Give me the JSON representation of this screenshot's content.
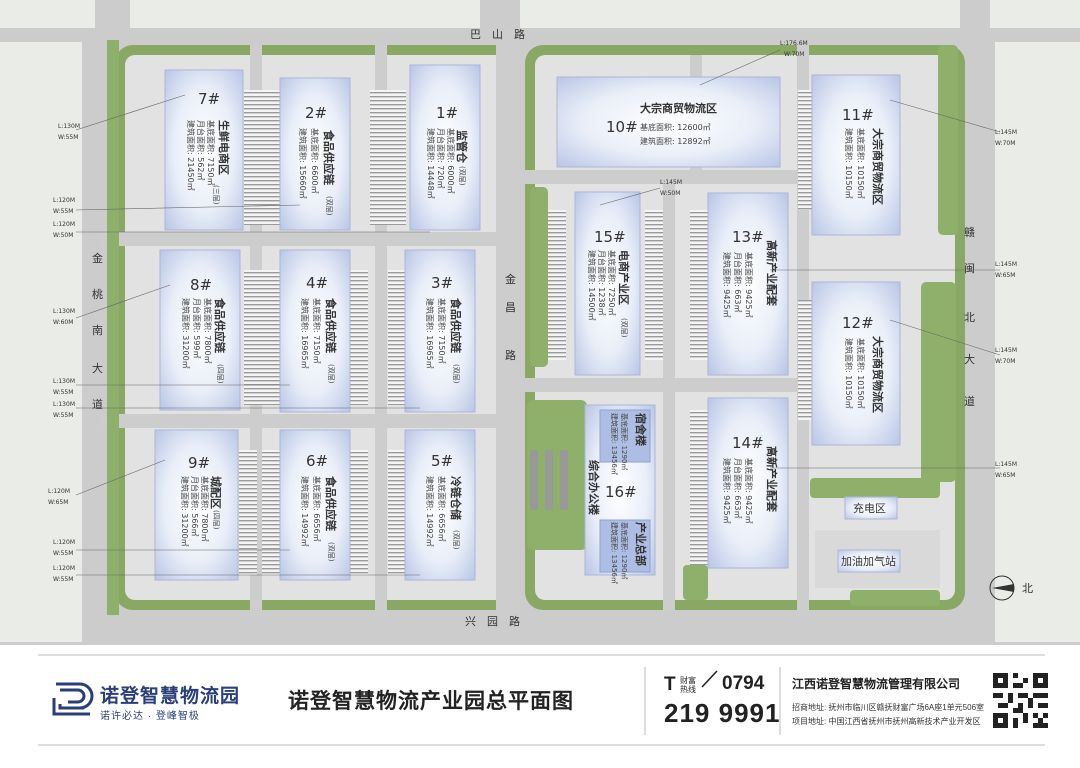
{
  "map": {
    "roads": {
      "north": "巴　山　路",
      "south": "兴　园　路",
      "inner": "金\n昌\n路",
      "west": "金\n桃\n南\n大\n道",
      "east": "赣\n闽\n北\n大\n道"
    },
    "compass": "北",
    "dimensions": {
      "d1": "L:130M",
      "d1b": "W:55M",
      "d2": "L:120M",
      "d2b": "W:55M",
      "d3": "L:120M",
      "d3b": "W:50M",
      "d4": "L:130M",
      "d4b": "W:60M",
      "d5": "L:130M",
      "d5b": "W:55M",
      "d6": "L:130M",
      "d6b": "W:55M",
      "d7": "L:120M",
      "d7b": "W:65M",
      "d8": "L:120M",
      "d8b": "W:55M",
      "d9": "L:120M",
      "d9b": "W:55M",
      "d10": "L:176.6M",
      "d10b": "W:70M",
      "d11": "L:145M",
      "d11b": "W:50M",
      "d12": "L:145M",
      "d12b": "W:70M",
      "d13": "L:145M",
      "d13b": "W:65M",
      "d14": "L:145M",
      "d14b": "W:70M",
      "d15": "L:145M",
      "d15b": "W:65M"
    },
    "buildings": [
      {
        "id": "b7",
        "num": "7#",
        "name": "生鲜电商区",
        "note": "(三层)",
        "s1": "基底面积: 7150㎡",
        "s2": "月台面积: 562㎡",
        "s3": "建筑面积: 21450㎡"
      },
      {
        "id": "b2",
        "num": "2#",
        "name": "食品供应链",
        "note": "(双层)",
        "s1": "基底面积: 6600㎡",
        "s2": "建筑面积: 15660㎡",
        "s3": ""
      },
      {
        "id": "b1",
        "num": "1#",
        "name": "监管仓",
        "note": "(双层)",
        "s1": "基底面积: 6000㎡",
        "s2": "月台面积: 720㎡",
        "s3": "建筑面积: 14448㎡"
      },
      {
        "id": "b8",
        "num": "8#",
        "name": "食品供应链",
        "note": "(四层)",
        "s1": "基底面积: 7800㎡",
        "s2": "月台面积: 599㎡",
        "s3": "建筑面积: 31200㎡"
      },
      {
        "id": "b4",
        "num": "4#",
        "name": "食品供应链",
        "note": "(双层)",
        "s1": "基底面积: 7150㎡",
        "s2": "建筑面积: 16965㎡",
        "s3": ""
      },
      {
        "id": "b3",
        "num": "3#",
        "name": "食品供应链",
        "note": "(双层)",
        "s1": "基底面积: 7150㎡",
        "s2": "建筑面积: 16965㎡",
        "s3": ""
      },
      {
        "id": "b9",
        "num": "9#",
        "name": "城配区",
        "note": "(四层)",
        "s1": "基底面积: 7800㎡",
        "s2": "月台面积: 566㎡",
        "s3": "建筑面积: 31200㎡"
      },
      {
        "id": "b6",
        "num": "6#",
        "name": "食品供应链",
        "note": "(双层)",
        "s1": "基底面积: 6656㎡",
        "s2": "建筑面积: 14992㎡",
        "s3": ""
      },
      {
        "id": "b5",
        "num": "5#",
        "name": "冷链仓储",
        "note": "(双层)",
        "s1": "基底面积: 6656㎡",
        "s2": "建筑面积: 14992㎡",
        "s3": ""
      },
      {
        "id": "b10",
        "num": "10#",
        "name": "大宗商贸物流区",
        "note": "",
        "s1": "基底面积: 12600㎡",
        "s2": "建筑面积: 12892㎡",
        "s3": ""
      },
      {
        "id": "b11",
        "num": "11#",
        "name": "大宗商贸物流区",
        "note": "",
        "s1": "基底面积: 10150㎡",
        "s2": "建筑面积: 10150㎡",
        "s3": ""
      },
      {
        "id": "b15",
        "num": "15#",
        "name": "电商产业区",
        "note": "(双层)",
        "s1": "基底面积: 7250㎡",
        "s2": "月台面积: 1238㎡",
        "s3": "建筑面积: 14500㎡"
      },
      {
        "id": "b13",
        "num": "13#",
        "name": "高新产业配套",
        "note": "",
        "s1": "基底面积: 9425㎡",
        "s2": "月台面积: 663㎡",
        "s3": "建筑面积: 9425㎡"
      },
      {
        "id": "b12",
        "num": "12#",
        "name": "大宗商贸物流区",
        "note": "",
        "s1": "基底面积: 10150㎡",
        "s2": "建筑面积: 10150㎡",
        "s3": ""
      },
      {
        "id": "b14",
        "num": "14#",
        "name": "高新产业配套",
        "note": "",
        "s1": "基底面积: 9425㎡",
        "s2": "月台面积: 663㎡",
        "s3": "建筑面积: 9425㎡"
      },
      {
        "id": "b16",
        "num": "16#",
        "name": "综合办公楼",
        "note": "",
        "s1": "",
        "s2": "",
        "s3": ""
      }
    ],
    "sub16": {
      "dorm": "宿舍楼",
      "dorm_s1": "基底面积: 1290㎡",
      "dorm_s2": "建筑面积: 13456㎡",
      "hq": "产业总部",
      "hq_s1": "基底面积: 1290㎡",
      "hq_s2": "建筑面积: 13456㎡"
    },
    "facilities": {
      "power": "充电区",
      "gas": "加油加气站"
    }
  },
  "footer": {
    "logo_name": "诺登智慧物流园",
    "logo_slogan": "诺许必达 · 登峰智极",
    "title": "诺登智慧物流产业园总平面图",
    "hotline_t": "T",
    "hotline_label": "财富热线",
    "hotline_area": "0794",
    "hotline_number": "219 9991",
    "company": "江西诺登智慧物流管理有限公司",
    "address1": "招商地址: 抚州市临川区赣抚财富广场6A座1单元506室",
    "address2": "项目地址: 中国江西省抚州市抚州高新技术产业开发区"
  },
  "colors": {
    "road": "#c9c9c9",
    "green": "#8fb06a",
    "ground": "#e6e6e6",
    "brand": "#2a3f7a"
  }
}
